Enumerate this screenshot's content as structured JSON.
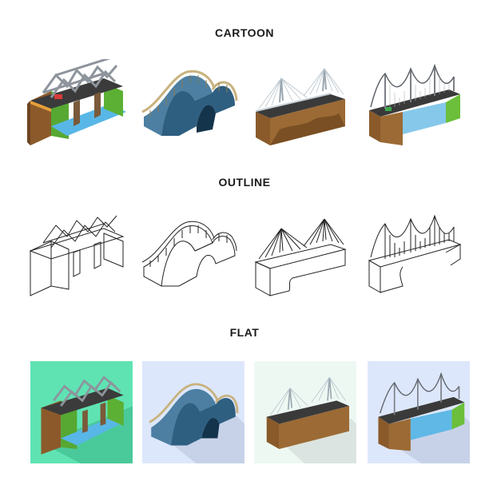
{
  "sections": [
    {
      "label": "CARTOON"
    },
    {
      "label": "OUTLINE"
    },
    {
      "label": "FLAT"
    }
  ],
  "icons": [
    "truss-bridge-icon",
    "arch-bridge-icon",
    "cable-stayed-bridge-icon",
    "suspension-bridge-icon"
  ],
  "colors": {
    "river": "#5fb8e6",
    "earth": "#8b5a2b",
    "grass": "#6bbf3a",
    "steel": "#9aa0a6",
    "arch_blue": "#4a7fa3",
    "flat_bg_green": "#5fe3b3",
    "flat_bg_blue": "#dde7fb",
    "flat_bg_mint": "#eef8f3"
  }
}
